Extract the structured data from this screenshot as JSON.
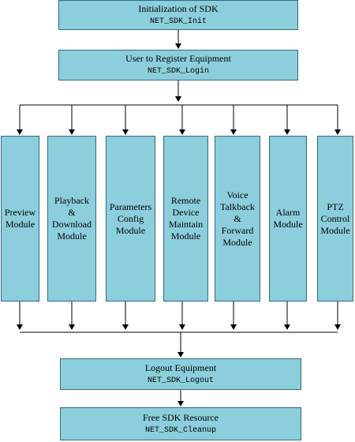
{
  "steps": {
    "init": {
      "title": "Initialization of SDK",
      "api": "NET_SDK_Init"
    },
    "login": {
      "title": "User to Register Equipment",
      "api": "NET_SDK_Login"
    },
    "logout": {
      "title": "Logout Equipment",
      "api": "NET_SDK_Logout"
    },
    "cleanup": {
      "title": "Free SDK Resource",
      "api": "NET_SDK_Cleanup"
    }
  },
  "modules": [
    {
      "label": "Preview\nModule"
    },
    {
      "label": "Playback\n&\nDownload\nModule"
    },
    {
      "label": "Parameters\nConfig\nModule"
    },
    {
      "label": "Remote\nDevice\nMaintain\nModule"
    },
    {
      "label": "Voice\nTalkback\n&\nForward\nModule"
    },
    {
      "label": "Alarm\nModule"
    },
    {
      "label": "PTZ\nControl\nModule"
    }
  ],
  "colors": {
    "box_fill": "#8ccedc",
    "box_border": "#2e6d7e",
    "line": "#000000"
  }
}
